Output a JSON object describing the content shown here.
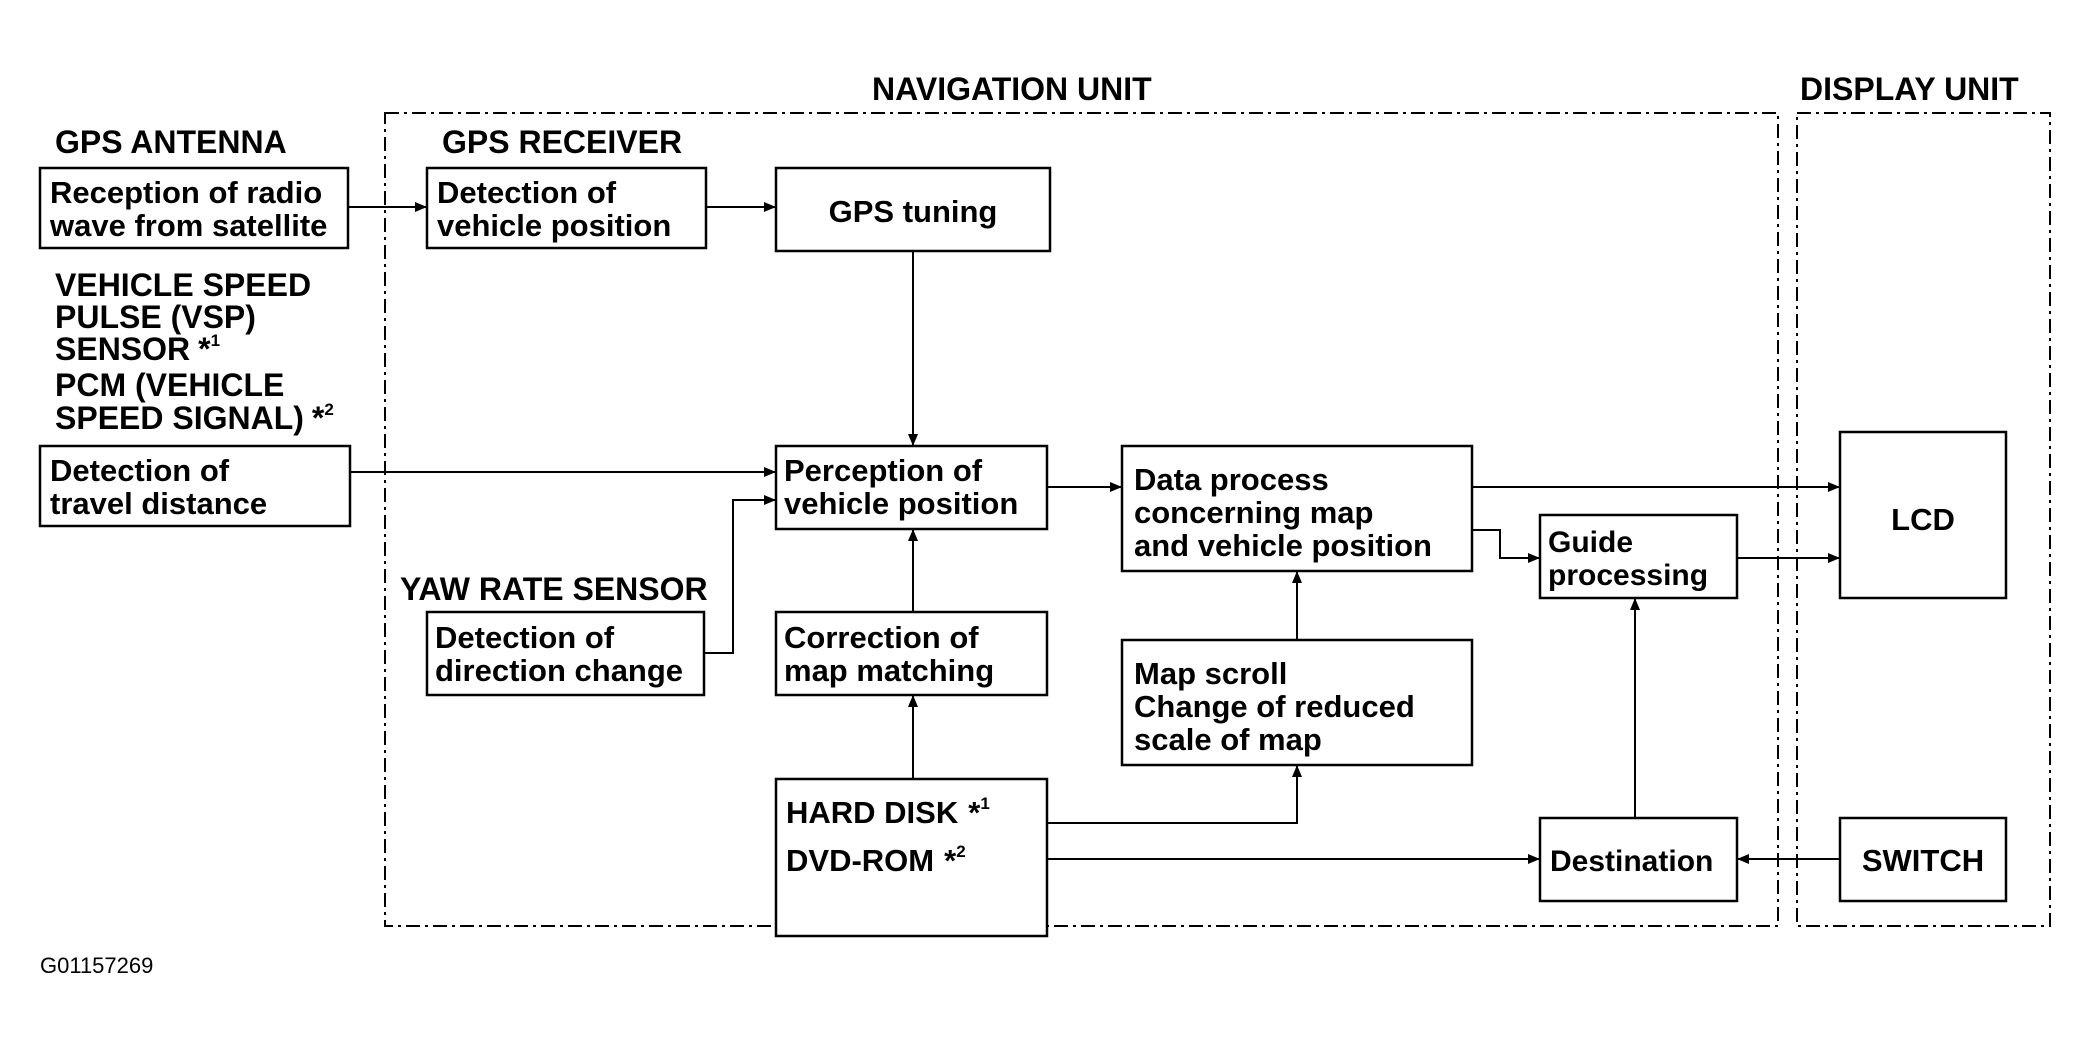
{
  "groups": {
    "navigation_unit": "NAVIGATION UNIT",
    "display_unit": "DISPLAY UNIT",
    "gps_antenna": "GPS ANTENNA",
    "gps_receiver": "GPS RECEIVER",
    "vsp_line1": "VEHICLE SPEED",
    "vsp_line2": "PULSE (VSP)",
    "vsp_line3": "SENSOR",
    "pcm_line1": "PCM (VEHICLE",
    "pcm_line2": "SPEED SIGNAL)",
    "yaw_rate_sensor": "YAW RATE SENSOR"
  },
  "notes": {
    "star": "*",
    "note1": "1",
    "note2": "2"
  },
  "boxes": {
    "reception": [
      "Reception of radio",
      "wave from satellite"
    ],
    "detection_vehicle_position": [
      "Detection of",
      "vehicle position"
    ],
    "gps_tuning": "GPS tuning",
    "detection_travel_distance": [
      "Detection of",
      "travel distance"
    ],
    "perception_vehicle_position": [
      "Perception of",
      "vehicle position"
    ],
    "data_process": [
      "Data process",
      "concerning map",
      "and vehicle position"
    ],
    "lcd": "LCD",
    "guide_processing": [
      "Guide",
      "processing"
    ],
    "detection_direction_change": [
      "Detection of",
      "direction change"
    ],
    "correction_map_matching": [
      "Correction of",
      "map matching"
    ],
    "map_scroll": [
      "Map scroll",
      "Change of reduced",
      "scale of map"
    ],
    "hard_disk": "HARD DISK",
    "dvd_rom": "DVD-ROM",
    "destination": "Destination",
    "switch": "SWITCH"
  },
  "figure_id": "G01157269"
}
